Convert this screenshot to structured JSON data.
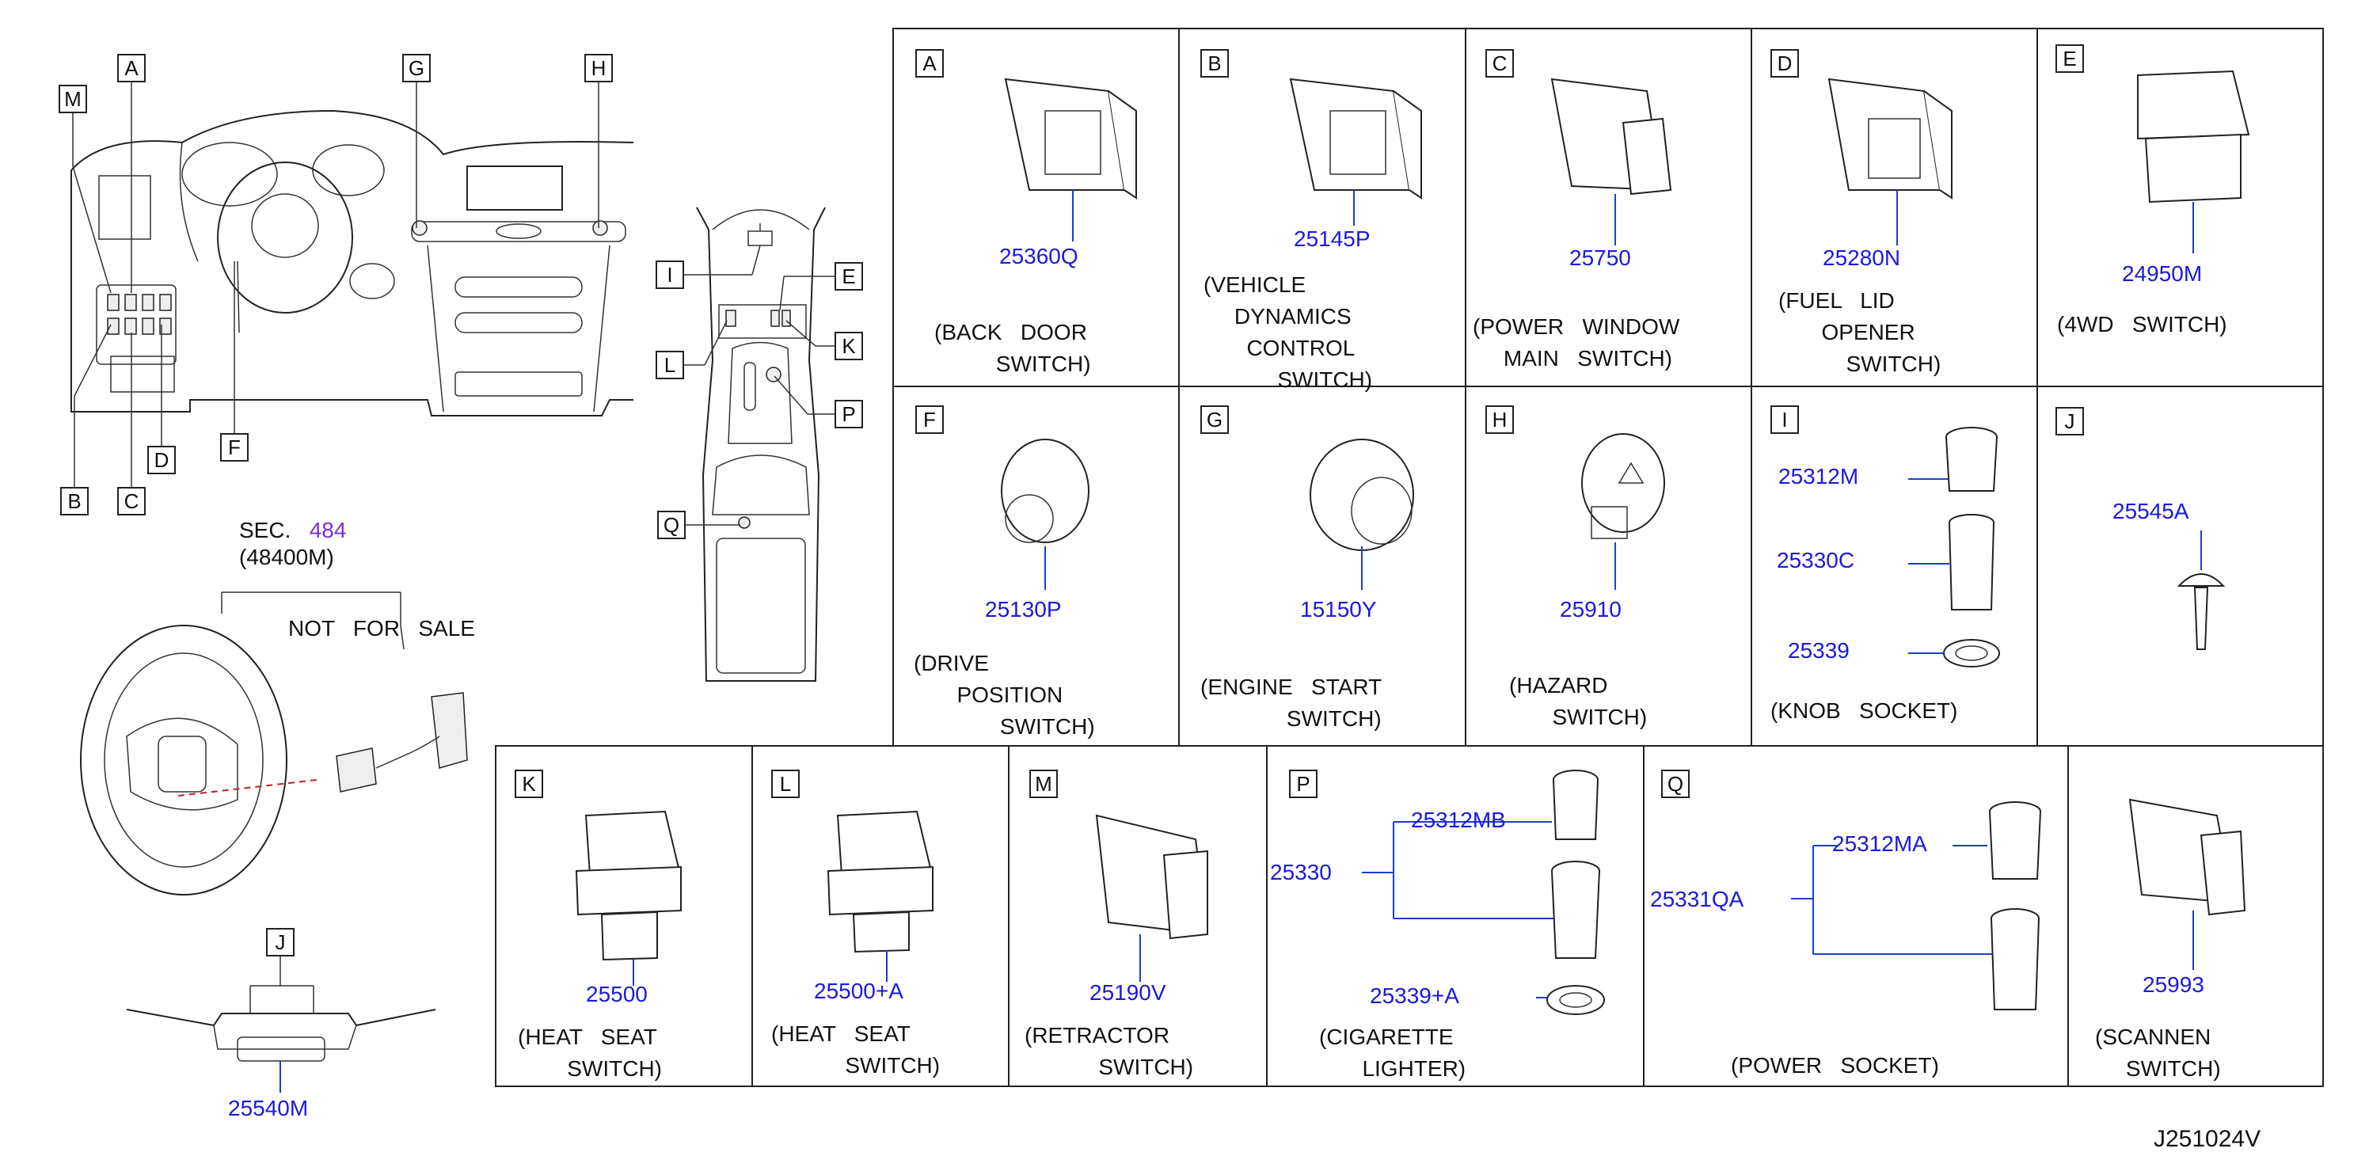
{
  "diagram_id": "J251024V",
  "steering": {
    "sec_prefix": "SEC.",
    "sec_number": "484",
    "sec_part": "(48400M)",
    "note": "NOT   FOR   SALE"
  },
  "dashboard_labels": [
    "M",
    "A",
    "G",
    "H",
    "B",
    "C",
    "D",
    "F"
  ],
  "console_labels": [
    "I",
    "E",
    "L",
    "K",
    "P",
    "Q"
  ],
  "combo_switch": {
    "label": "J",
    "part": "25540M"
  },
  "cells": [
    {
      "key": "A",
      "parts": [
        "25360Q"
      ],
      "caption": "(BACK   DOOR\n          SWITCH)"
    },
    {
      "key": "B",
      "parts": [
        "25145P"
      ],
      "caption": "(VEHICLE\n     DYNAMICS\n       CONTROL\n            SWITCH)"
    },
    {
      "key": "C",
      "parts": [
        "25750"
      ],
      "caption": "(POWER   WINDOW\n     MAIN   SWITCH)"
    },
    {
      "key": "D",
      "parts": [
        "25280N"
      ],
      "caption": "(FUEL   LID\n       OPENER\n           SWITCH)"
    },
    {
      "key": "E",
      "parts": [
        "24950M"
      ],
      "caption": "(4WD   SWITCH)"
    },
    {
      "key": "F",
      "parts": [
        "25130P"
      ],
      "caption": "(DRIVE\n       POSITION\n              SWITCH)"
    },
    {
      "key": "G",
      "parts": [
        "15150Y"
      ],
      "caption": "(ENGINE   START\n              SWITCH)"
    },
    {
      "key": "H",
      "parts": [
        "25910"
      ],
      "caption": "(HAZARD\n       SWITCH)"
    },
    {
      "key": "I",
      "parts": [
        "25312M",
        "25330C",
        "25339"
      ],
      "caption": "(KNOB   SOCKET)"
    },
    {
      "key": "J",
      "parts": [
        "25545A"
      ],
      "caption": ""
    },
    {
      "key": "K",
      "parts": [
        "25500"
      ],
      "caption": "(HEAT   SEAT\n        SWITCH)"
    },
    {
      "key": "L",
      "parts": [
        "25500+A"
      ],
      "caption": "(HEAT   SEAT\n            SWITCH)"
    },
    {
      "key": "M",
      "parts": [
        "25190V"
      ],
      "caption": "(RETRACTOR\n            SWITCH)"
    },
    {
      "key": "P",
      "parts": [
        "25330",
        "25312MB",
        "25339+A"
      ],
      "caption": "(CIGARETTE\n       LIGHTER)"
    },
    {
      "key": "Q",
      "parts": [
        "25331QA",
        "25312MA"
      ],
      "caption": "(POWER   SOCKET)"
    },
    {
      "key": "R",
      "parts": [
        "25993"
      ],
      "caption": "(SCANNEN\n     SWITCH)"
    }
  ]
}
